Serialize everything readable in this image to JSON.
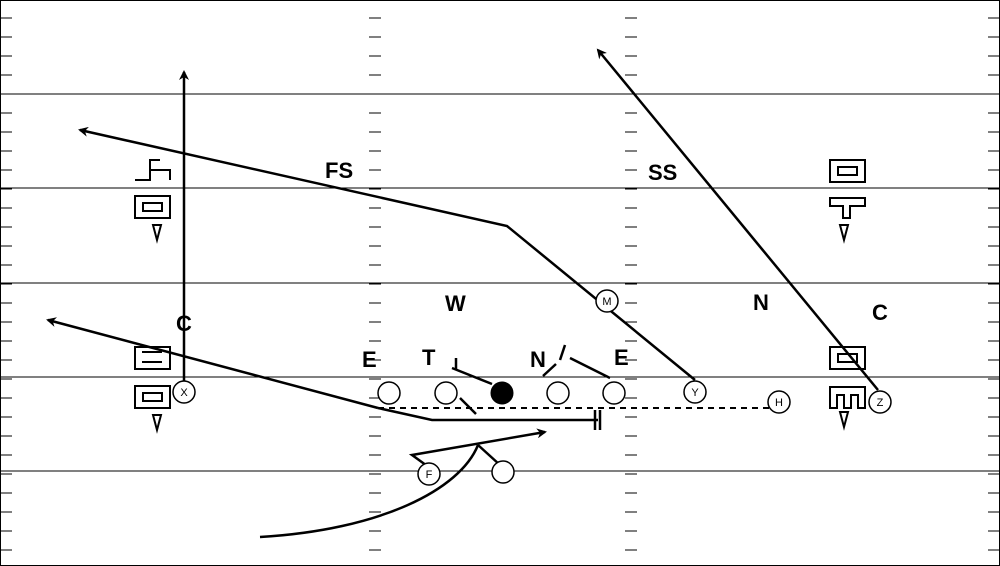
{
  "labels": {
    "fs": "FS",
    "ss": "SS",
    "w": "W",
    "n_lb": "N",
    "c_left": "C",
    "c_right": "C",
    "e_left": "E",
    "t": "T",
    "n_dl": "N",
    "e_right": "E"
  },
  "players": {
    "x": "X",
    "y": "Y",
    "z": "Z",
    "h": "H",
    "f": "F",
    "m": "M"
  },
  "colors": {
    "background": "#ffffff",
    "lines": "#000000",
    "ball": "#000000"
  }
}
